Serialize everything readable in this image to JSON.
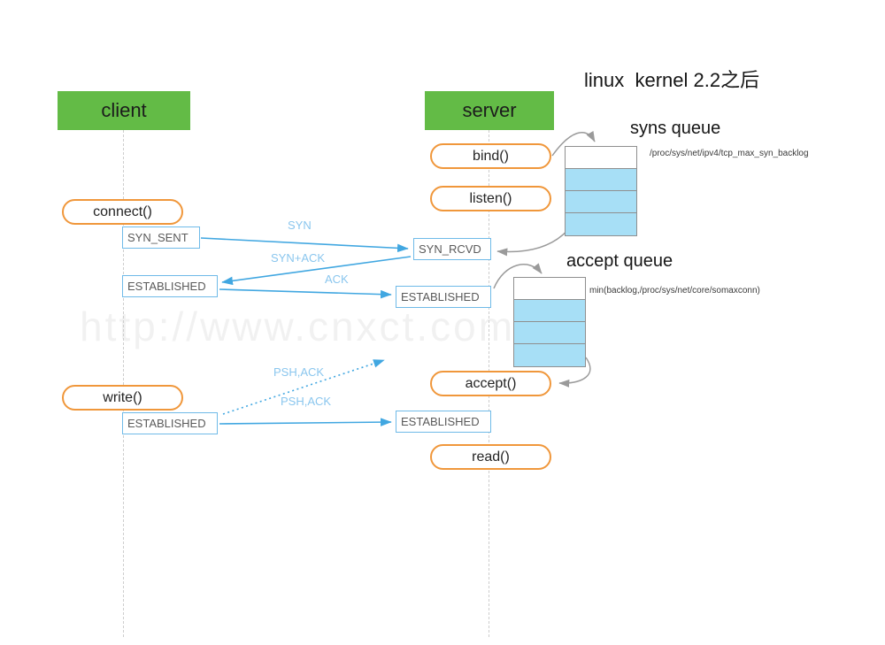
{
  "title": "linux  kernel 2.2之后",
  "watermark": "http://www.cnxct.com",
  "actors": {
    "client": "client",
    "server": "server"
  },
  "calls": {
    "connect": "connect()",
    "bind": "bind()",
    "listen": "listen()",
    "accept": "accept()",
    "write": "write()",
    "read": "read()"
  },
  "states": {
    "syn_sent": "SYN_SENT",
    "syn_rcvd": "SYN_RCVD",
    "established": "ESTABLISHED"
  },
  "messages": {
    "syn": "SYN",
    "syn_ack": "SYN+ACK",
    "ack": "ACK",
    "psh_ack_upper": "PSH,ACK",
    "psh_ack_lower": "PSH,ACK"
  },
  "queues": {
    "syns": {
      "label": "syns queue",
      "caption": "/proc/sys/net/ipv4/tcp_max_syn_backlog"
    },
    "accept": {
      "label": "accept queue",
      "caption": "min(backlog,/proc/sys/net/core/somaxconn)"
    }
  },
  "colors": {
    "actor_green": "#63bb46",
    "pill_orange": "#f0973b",
    "state_border_blue": "#6fbae8",
    "arrow_blue": "#41a7e1",
    "label_blue": "#8ac6ee",
    "queue_cell_blue": "#a7dff6",
    "arrow_gray": "#9a9a9a"
  }
}
